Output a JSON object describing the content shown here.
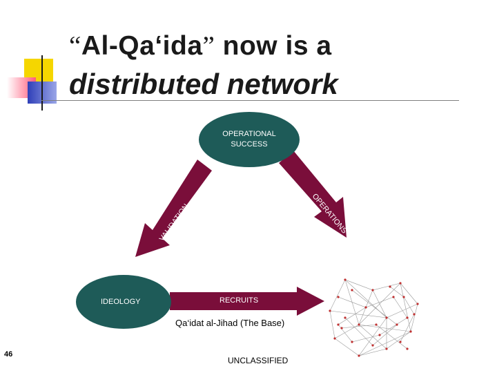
{
  "title": {
    "line1_open_quote": "“",
    "line1_name": "Al-Qa‘ida",
    "line1_close_quote": "”",
    "line1_rest": " now is a",
    "line2": "distributed network"
  },
  "nodes": {
    "top": "OPERATIONAL\nSUCCESS",
    "left": "IDEOLOGY"
  },
  "arrows": {
    "bottom_label": "RECRUITS",
    "left_label": "VALIDATION",
    "right_label": "OPERATIONS"
  },
  "caption": "Qa‘idat al-Jihad (The Base)",
  "page_number": "46",
  "classification": "UNCLASSIFIED",
  "colors": {
    "node_fill": "#1e5b58",
    "arrow_fill": "#7a0e3a",
    "network_edge": "#9a9a9a",
    "network_node": "#c03030"
  }
}
